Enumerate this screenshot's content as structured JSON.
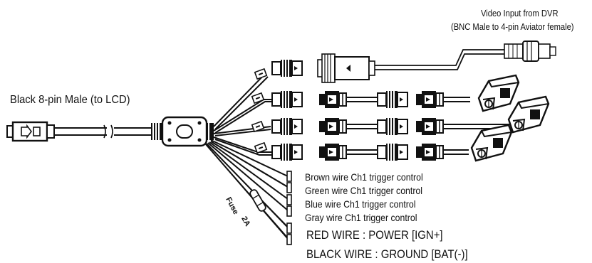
{
  "labels": {
    "video_input_line1": "Video Input from DVR",
    "video_input_line2": "(BNC Male to 4-pin Aviator female)",
    "main_connector": "Black 8-pin Male (to LCD)",
    "fuse": "Fuse",
    "fuse_rating": "2A",
    "trigger_wires": [
      "Brown wire Ch1 trigger control",
      "Green wire Ch1 trigger control",
      "Blue wire Ch1 trigger control",
      "Gray wire Ch1 trigger control"
    ],
    "power_wire": "RED WIRE : POWER [IGN+]",
    "ground_wire": "BLACK WIRE : GROUND [BAT(-)]"
  },
  "colors": {
    "line": "#111111",
    "background": "#ffffff"
  }
}
